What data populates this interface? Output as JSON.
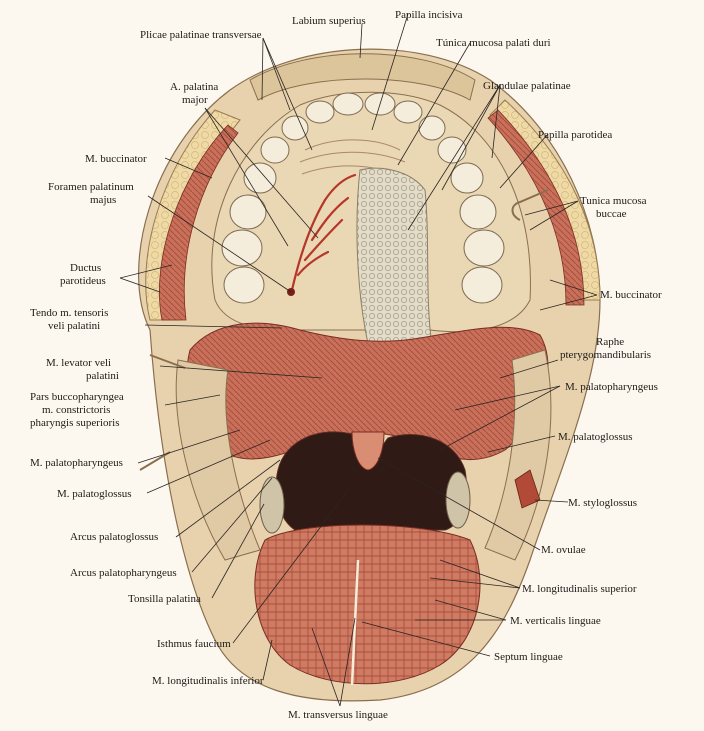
{
  "labels": {
    "labium_superius": "Labium superius",
    "papilla_incisiva": "Papilla incisiva",
    "plicae_palatinae": "Plicae palatinae transversae",
    "tunica_mucosa_palati": "Túnica mucosa palati duri",
    "a_palatina_major_1": "A. palatina",
    "a_palatina_major_2": "major",
    "glandulae_palatinae": "Glandulae palatinae",
    "papilla_parotidea": "Papilla parotidea",
    "m_buccinator_left": "M. buccinator",
    "foramen_palatinum_1": "Foramen palatinum",
    "foramen_palatinum_2": "majus",
    "tunica_mucosa_buccae_1": "Tunica mucosa",
    "tunica_mucosa_buccae_2": "buccae",
    "ductus_parotideus_1": "Ductus",
    "ductus_parotideus_2": "parotideus",
    "m_buccinator_right": "M. buccinator",
    "tendo_tensoris_1": "Tendo m. tensoris",
    "tendo_tensoris_2": "veli palatini",
    "raphe_1": "Raphe",
    "raphe_2": "pterygomandibularis",
    "m_levator_1": "M. levator veli",
    "m_levator_2": "palatini",
    "m_palatopharyngeus_right": "M. palatopharyngeus",
    "pars_bucco_1": "Pars buccopharyngea",
    "pars_bucco_2": "m. constrictoris",
    "pars_bucco_3": "pharyngis superioris",
    "m_palatoglossus_right": "M. palatoglossus",
    "m_palatopharyngeus_left": "M. palatopharyngeus",
    "m_palatoglossus_left": "M. palatoglossus",
    "m_styloglossus": "M. styloglossus",
    "arcus_palatoglossus": "Arcus palatoglossus",
    "m_ovulae": "M. ovulae",
    "arcus_palatopharyngeus": "Arcus palatopharyngeus",
    "m_longitudinalis_superior": "M. longitudinalis superior",
    "tonsilla_palatina": "Tonsilla palatina",
    "m_verticalis_linguae": "M. verticalis linguae",
    "isthmus_faucium": "Isthmus faucium",
    "septum_linguae": "Septum linguae",
    "m_longitudinalis_inferior": "M. longitudinalis inferior",
    "m_transversus_linguae": "M. transversus linguae"
  },
  "colors": {
    "background": "#fdf8ef",
    "mucosa": "#e6cfa8",
    "muscle": "#c26a55",
    "muscle_dark": "#8d3b30",
    "gland": "#d9d2bd",
    "teeth": "#f3ecdb",
    "cavity": "#2e1a16"
  }
}
